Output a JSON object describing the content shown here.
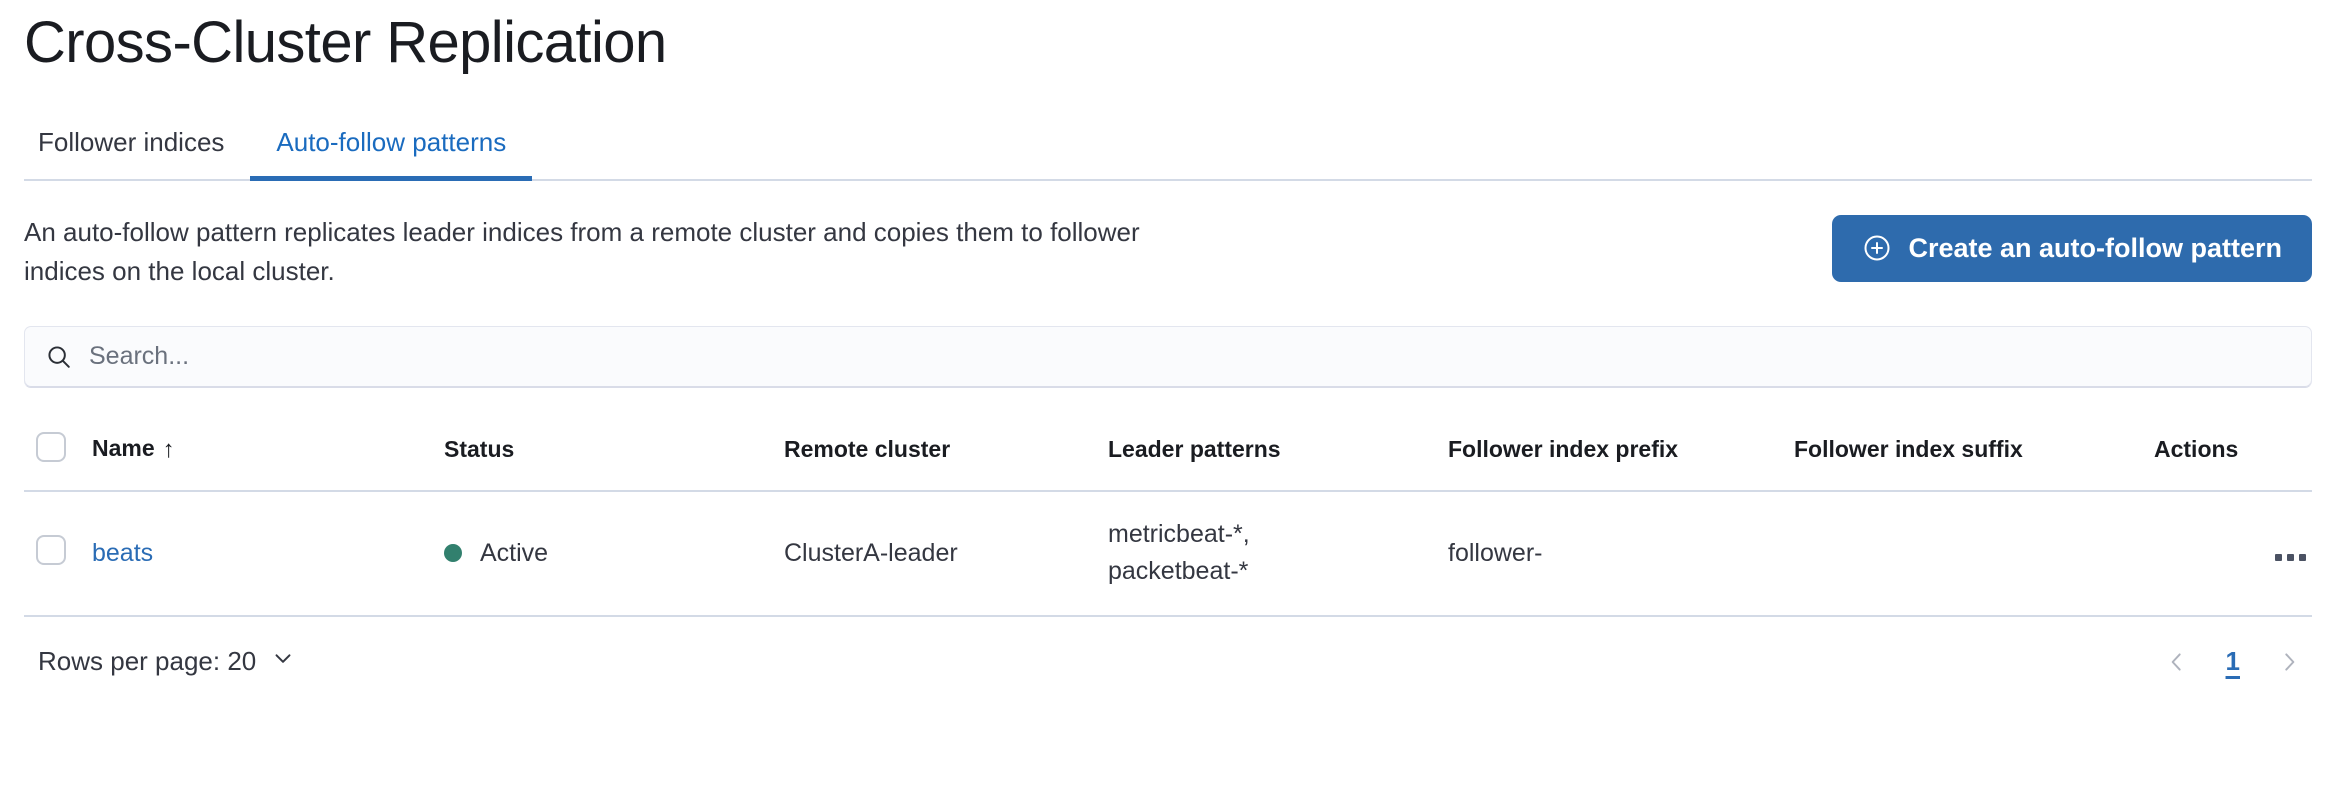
{
  "header": {
    "title": "Cross-Cluster Replication"
  },
  "tabs": [
    {
      "label": "Follower indices",
      "active": false
    },
    {
      "label": "Auto-follow patterns",
      "active": true
    }
  ],
  "intro": {
    "description": "An auto-follow pattern replicates leader indices from a remote cluster and copies them to follower indices on the local cluster.",
    "create_button_label": "Create an auto-follow pattern",
    "create_button_icon": "plus-in-circle-icon",
    "create_button_color": "#2e6bad"
  },
  "search": {
    "placeholder": "Search...",
    "value": "",
    "icon": "search-icon"
  },
  "table": {
    "columns": [
      "Name",
      "Status",
      "Remote cluster",
      "Leader patterns",
      "Follower index prefix",
      "Follower index suffix",
      "Actions"
    ],
    "sort": {
      "column": "Name",
      "direction": "asc",
      "glyph": "↑"
    },
    "rows": [
      {
        "name": "beats",
        "status": "Active",
        "status_color": "#32806e",
        "remote_cluster": "ClusterA-leader",
        "leader_patterns": "metricbeat-*,\npacketbeat-*",
        "follower_index_prefix": "follower-",
        "follower_index_suffix": "",
        "actions_icon": "ellipsis-horizontal-icon"
      }
    ]
  },
  "footer": {
    "rows_per_page_label": "Rows per page: 20",
    "rows_per_page_icon": "chevron-down-icon",
    "prev_icon": "chevron-left-icon",
    "next_icon": "chevron-right-icon",
    "current_page": "1"
  }
}
